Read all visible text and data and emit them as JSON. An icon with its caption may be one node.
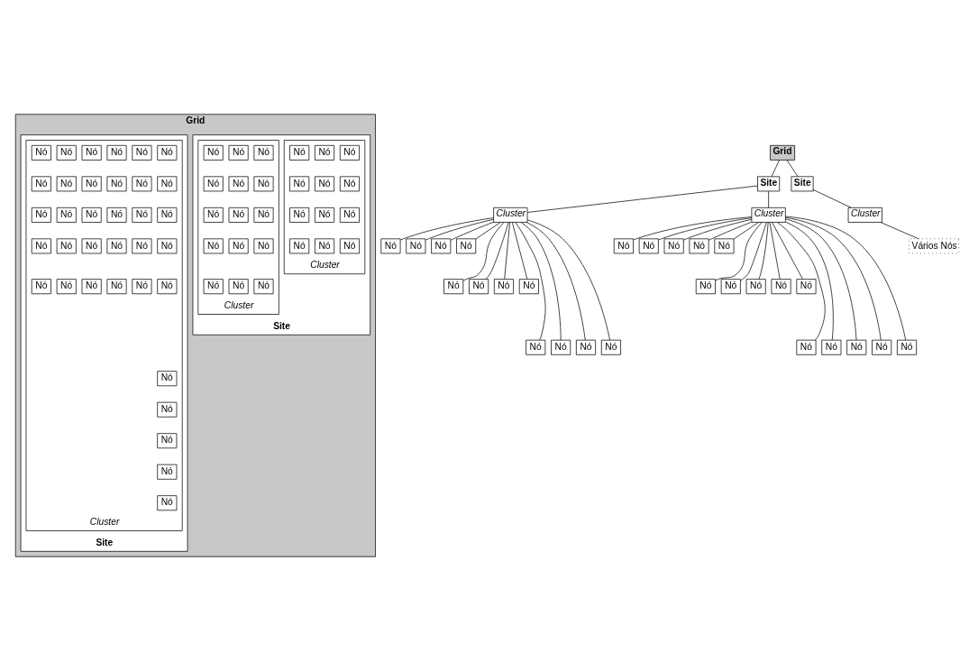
{
  "diagram": {
    "nodes": [
      {
        "text": [
          "Grid"
        ]
      },
      {
        "text": [
          "Site"
        ],
        "in": 0
      },
      {
        "text": [
          "Cluster"
        ],
        "in": 1
      },
      {
        "text": [
          "Nó"
        ],
        "in": 2
      },
      {
        "text": [
          "Nó"
        ],
        "in": 2
      },
      {
        "text": [
          "Nó"
        ],
        "in": 2
      },
      {
        "text": [
          "Nó"
        ],
        "in": 2
      },
      {
        "text": [
          "Nó"
        ],
        "in": 2
      },
      {
        "text": [
          "Nó"
        ],
        "in": 2
      },
      {
        "text": [
          "Nó"
        ],
        "in": 2
      },
      {
        "text": [
          "Nó"
        ],
        "in": 2
      },
      {
        "text": [
          "Nó"
        ],
        "in": 2
      },
      {
        "text": [
          "Nó"
        ],
        "in": 2
      },
      {
        "text": [
          "Nó"
        ],
        "in": 2
      },
      {
        "text": [
          "Nó"
        ],
        "in": 2
      },
      {
        "text": [
          "Cluster"
        ],
        "in": 1
      },
      {
        "text": [
          "Nó"
        ],
        "in": 15
      },
      {
        "text": [
          "Nó"
        ],
        "in": 15
      },
      {
        "text": [
          "Nó"
        ],
        "in": 15
      },
      {
        "text": [
          "Nó"
        ],
        "in": 15
      },
      {
        "text": [
          "Nó"
        ],
        "in": 15
      },
      {
        "text": [
          "Nó"
        ],
        "in": 15
      },
      {
        "text": [
          "Nó"
        ],
        "in": 15
      },
      {
        "text": [
          "Nó"
        ],
        "in": 15
      },
      {
        "text": [
          "Nó"
        ],
        "in": 15
      },
      {
        "text": [
          "Nó"
        ],
        "in": 15
      },
      {
        "text": [
          "Nó"
        ],
        "in": 15
      },
      {
        "text": [
          "Nó"
        ],
        "in": 15
      },
      {
        "text": [
          "Nó"
        ],
        "in": 15
      },
      {
        "text": [
          "Nó"
        ],
        "in": 15
      },
      {
        "text": [
          "Nó"
        ],
        "in": 15
      },
      {
        "text": [
          "Site"
        ],
        "in": 0
      },
      {
        "text": [
          "Cluster"
        ],
        "in": 31
      },
      {
        "text": [
          "Nó"
        ],
        "in": 32
      },
      {
        "text": [
          "Nó"
        ],
        "in": 32
      },
      {
        "text": [
          "Nó"
        ],
        "in": 32
      },
      {
        "text": [
          "Nó"
        ],
        "in": 32
      },
      {
        "text": [
          "Nó"
        ],
        "in": 32
      },
      {
        "text": [
          "Nó"
        ],
        "in": 32
      },
      {
        "text": [
          "Nó"
        ],
        "in": 32
      },
      {
        "text": [
          "Nó"
        ],
        "in": 32
      },
      {
        "text": [
          "Nó"
        ],
        "in": 32
      },
      {
        "text": [
          "Nó"
        ],
        "in": 32
      },
      {
        "text": [
          "Nó"
        ],
        "in": 32
      },
      {
        "text": [
          "Nó"
        ],
        "in": 32
      },
      {
        "text": [
          "Nó"
        ],
        "in": 32
      },
      {
        "text": [
          "Nó"
        ],
        "in": 32
      },
      {
        "text": [
          "Nó"
        ],
        "in": 32
      },
      {
        "text": [
          "Nó"
        ],
        "in": 32
      },
      {
        "text": [
          "Nó"
        ],
        "in": 32
      },
      {
        "text": [
          "Nó"
        ],
        "in": 32
      },
      {
        "text": [
          "Nó"
        ],
        "in": 32
      },
      {
        "text": [
          "Nó"
        ],
        "in": 32
      },
      {
        "text": [
          "Nó"
        ],
        "in": 32
      },
      {
        "text": [
          "Nó"
        ],
        "in": 32
      },
      {
        "text": [
          "Nó"
        ],
        "in": 32
      },
      {
        "text": [
          "Nó"
        ],
        "in": 32
      },
      {
        "text": [
          "Nó"
        ],
        "in": 32
      },
      {
        "text": [
          "Nó"
        ],
        "in": 32
      },
      {
        "text": [
          "Nó"
        ],
        "in": 32
      },
      {
        "text": [
          "Nó"
        ],
        "in": 32
      },
      {
        "text": [
          "Nó"
        ],
        "in": 32
      },
      {
        "text": [
          "Nó"
        ],
        "in": 32
      },
      {
        "text": [
          "Nó"
        ],
        "in": 32
      },
      {
        "text": [
          "Nó"
        ],
        "in": 32
      },
      {
        "text": [
          "Nó"
        ],
        "in": 32
      },
      {
        "text": [
          "Nó"
        ],
        "in": 32
      },
      {
        "text": [
          "Nó"
        ],
        "in": 32
      },
      {
        "text": [
          "Grid"
        ]
      },
      {
        "text": [
          "Site"
        ]
      },
      {
        "text": [
          "Cluster"
        ]
      },
      {
        "text": [
          "Nó"
        ]
      },
      {
        "text": [
          "Nó"
        ]
      },
      {
        "text": [
          "Nó"
        ]
      },
      {
        "text": [
          "Nó"
        ]
      },
      {
        "text": [
          "Nó"
        ]
      },
      {
        "text": [
          "Nó"
        ]
      },
      {
        "text": [
          "Nó"
        ]
      },
      {
        "text": [
          "Nó"
        ]
      },
      {
        "text": [
          "Nó"
        ]
      },
      {
        "text": [
          "Nó"
        ]
      },
      {
        "text": [
          "Nó"
        ]
      },
      {
        "text": [
          "Nó"
        ]
      },
      {
        "text": [
          "Cluster"
        ]
      },
      {
        "text": [
          "Nó"
        ]
      },
      {
        "text": [
          "Nó"
        ]
      },
      {
        "text": [
          "Nó"
        ]
      },
      {
        "text": [
          "Nó"
        ]
      },
      {
        "text": [
          "Nó"
        ]
      },
      {
        "text": [
          "Nó"
        ]
      },
      {
        "text": [
          "Nó"
        ]
      },
      {
        "text": [
          "Nó"
        ]
      },
      {
        "text": [
          "Nó"
        ]
      },
      {
        "text": [
          "Nó"
        ]
      },
      {
        "text": [
          "Nó"
        ]
      },
      {
        "text": [
          "Nó"
        ]
      },
      {
        "text": [
          "Nó"
        ]
      },
      {
        "text": [
          "Nó"
        ]
      },
      {
        "text": [
          "Nó"
        ]
      },
      {
        "text": [
          "Site"
        ]
      },
      {
        "text": [
          "Cluster"
        ]
      },
      {
        "text": [
          "Vários Nós"
        ]
      }
    ],
    "edges": [
      {
        "from": 68,
        "to": 69,
        "arrow": "none"
      },
      {
        "from": 69,
        "to": 70,
        "arrow": "none"
      },
      {
        "from": 70,
        "to": 71,
        "arrow": "none"
      },
      {
        "from": 70,
        "to": 72,
        "arrow": "none"
      },
      {
        "from": 70,
        "to": 73,
        "arrow": "none"
      },
      {
        "from": 70,
        "to": 74,
        "arrow": "none"
      },
      {
        "from": 70,
        "to": 75,
        "arrow": "none"
      },
      {
        "from": 70,
        "to": 76,
        "arrow": "none"
      },
      {
        "from": 70,
        "to": 77,
        "arrow": "none"
      },
      {
        "from": 70,
        "to": 78,
        "arrow": "none"
      },
      {
        "from": 70,
        "to": 79,
        "arrow": "none"
      },
      {
        "from": 70,
        "to": 80,
        "arrow": "none"
      },
      {
        "from": 70,
        "to": 81,
        "arrow": "none"
      },
      {
        "from": 70,
        "to": 82,
        "arrow": "none"
      },
      {
        "from": 69,
        "to": 83,
        "arrow": "none"
      },
      {
        "from": 83,
        "to": 84,
        "arrow": "none"
      },
      {
        "from": 83,
        "to": 85,
        "arrow": "none"
      },
      {
        "from": 83,
        "to": 86,
        "arrow": "none"
      },
      {
        "from": 83,
        "to": 87,
        "arrow": "none"
      },
      {
        "from": 83,
        "to": 88,
        "arrow": "none"
      },
      {
        "from": 83,
        "to": 89,
        "arrow": "none"
      },
      {
        "from": 83,
        "to": 90,
        "arrow": "none"
      },
      {
        "from": 83,
        "to": 91,
        "arrow": "none"
      },
      {
        "from": 83,
        "to": 92,
        "arrow": "none"
      },
      {
        "from": 83,
        "to": 93,
        "arrow": "none"
      },
      {
        "from": 83,
        "to": 94,
        "arrow": "none"
      },
      {
        "from": 83,
        "to": 95,
        "arrow": "none"
      },
      {
        "from": 83,
        "to": 96,
        "arrow": "none"
      },
      {
        "from": 83,
        "to": 97,
        "arrow": "none"
      },
      {
        "from": 83,
        "to": 98,
        "arrow": "none"
      },
      {
        "from": 68,
        "to": 99,
        "arrow": "none"
      },
      {
        "from": 99,
        "to": 100,
        "arrow": "none"
      },
      {
        "from": 100,
        "to": 101,
        "arrow": "none"
      }
    ]
  }
}
